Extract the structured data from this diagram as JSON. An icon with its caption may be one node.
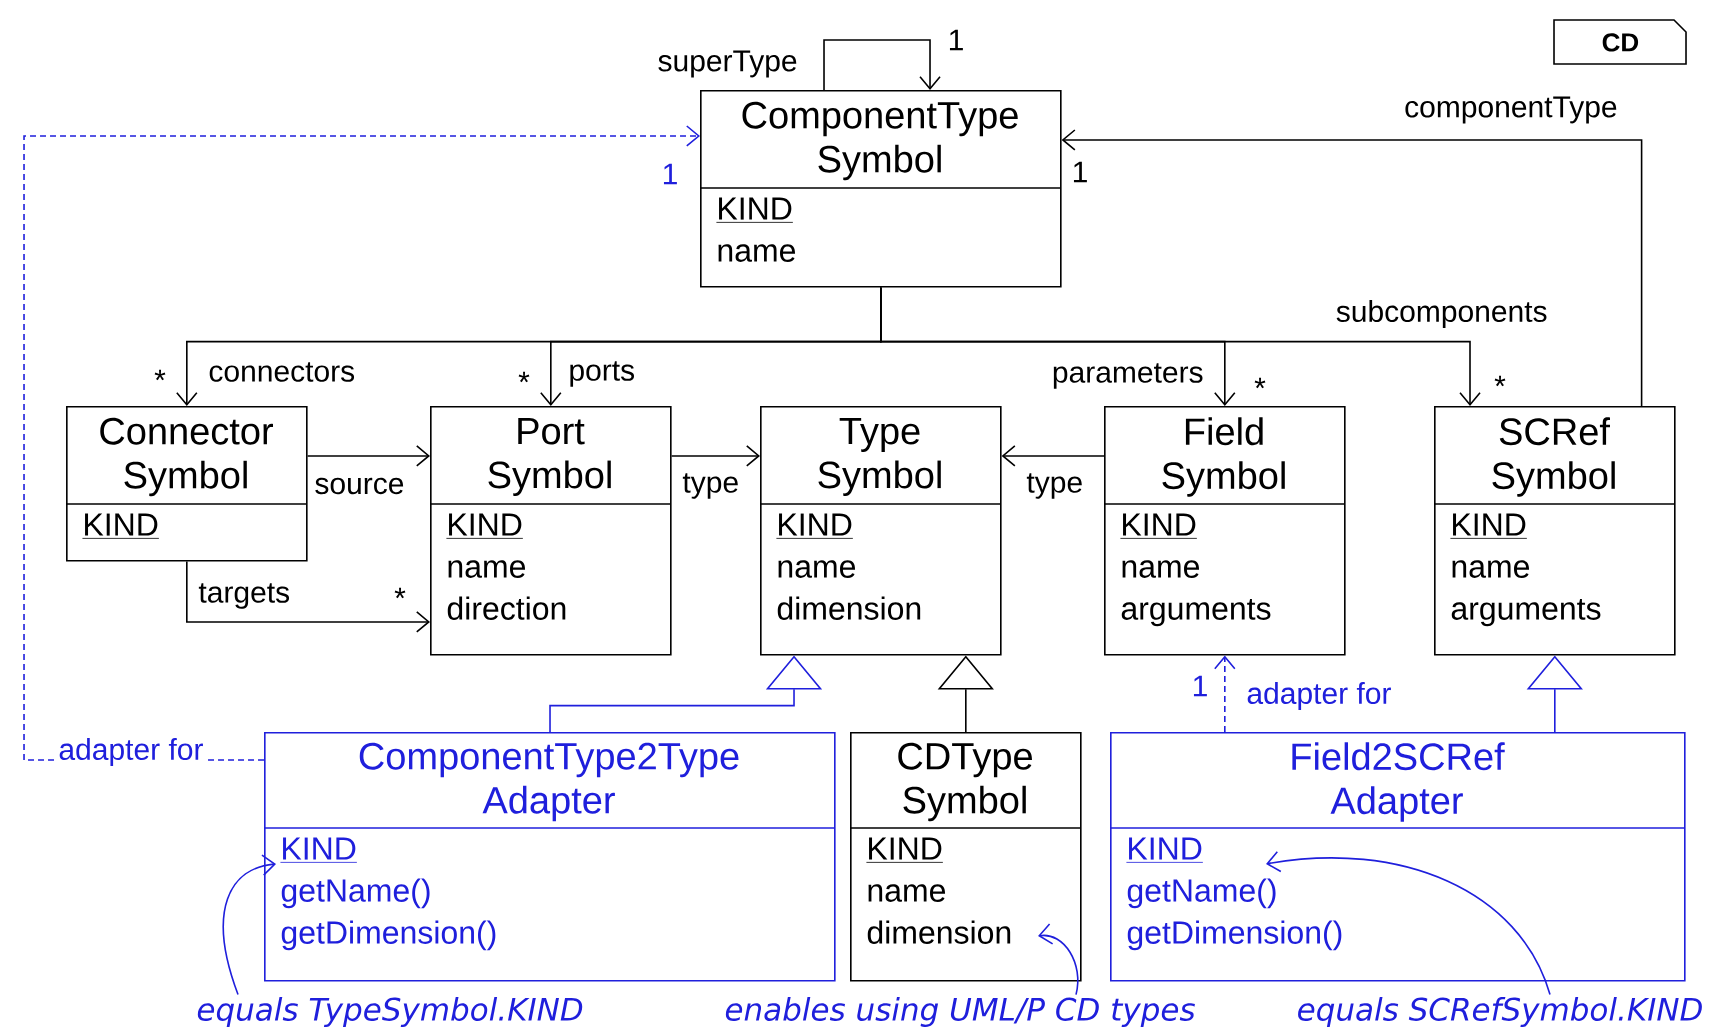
{
  "diagram": {
    "nodes": [
      {
        "text": [
          "ComponentType Symbol",
          "KIND",
          "name"
        ]
      },
      {
        "text": [
          "Connector Symbol",
          "KIND"
        ]
      },
      {
        "text": [
          "Port Symbol",
          "KIND",
          "name",
          "direction"
        ]
      },
      {
        "text": [
          "Type Symbol",
          "KIND",
          "name",
          "dimension"
        ]
      },
      {
        "text": [
          "Field Symbol",
          "KIND",
          "name",
          "arguments"
        ]
      },
      {
        "text": [
          "SCRef Symbol",
          "KIND",
          "name",
          "arguments"
        ]
      },
      {
        "text": [
          "ComponentType2Type Adapter",
          "KIND",
          "getName()",
          "getDimension()"
        ]
      },
      {
        "text": [
          "CDType Symbol",
          "KIND",
          "name",
          "dimension"
        ]
      },
      {
        "text": [
          "Field2SCRef Adapter",
          "KIND",
          "getName()",
          "getDimension()"
        ]
      },
      {
        "text": [
          "CD"
        ]
      },
      {
        "text": [
          "equals TypeSymbol.KIND"
        ]
      },
      {
        "text": [
          "enables using UML/P CD types"
        ]
      },
      {
        "text": [
          "equals SCRefSymbol.KIND"
        ]
      }
    ],
    "edges": [
      {
        "from": 0,
        "to": 0,
        "arrow": "to",
        "label": "superType"
      },
      {
        "from": 5,
        "to": 0,
        "arrow": "to",
        "label": "componentType"
      },
      {
        "from": 0,
        "to": 1,
        "arrow": "to",
        "label": "connectors"
      },
      {
        "from": 0,
        "to": 2,
        "arrow": "to",
        "label": "ports"
      },
      {
        "from": 0,
        "to": 4,
        "arrow": "to",
        "label": "parameters"
      },
      {
        "from": 0,
        "to": 5,
        "arrow": "to",
        "label": "subcomponents"
      },
      {
        "from": 1,
        "to": 2,
        "arrow": "to",
        "label": "source"
      },
      {
        "from": 1,
        "to": 2,
        "arrow": "to",
        "label": "targets"
      },
      {
        "from": 2,
        "to": 3,
        "arrow": "to",
        "label": "type"
      },
      {
        "from": 4,
        "to": 3,
        "arrow": "to",
        "label": "type"
      },
      {
        "from": 6,
        "to": 3,
        "arrow": "to",
        "color": "#1f1fdc"
      },
      {
        "from": 7,
        "to": 3,
        "arrow": "to"
      },
      {
        "from": 8,
        "to": 5,
        "arrow": "to",
        "color": "#1f1fdc"
      },
      {
        "from": 6,
        "to": 0,
        "arrow": "to",
        "label": "adapter for",
        "style": "dashed",
        "color": "#1f1fdc"
      },
      {
        "from": 8,
        "to": 4,
        "arrow": "to",
        "label": "adapter for",
        "style": "dashed",
        "color": "#1f1fdc"
      },
      {
        "from": 10,
        "to": 6,
        "arrow": "to",
        "color": "#1f1fdc"
      },
      {
        "from": 11,
        "to": 7,
        "arrow": "to",
        "color": "#1f1fdc"
      },
      {
        "from": 12,
        "to": 8,
        "arrow": "to",
        "color": "#1f1fdc"
      }
    ],
    "labels": [
      "1",
      "1",
      "1",
      "*",
      "*",
      "*",
      "*",
      "*",
      "1"
    ]
  }
}
